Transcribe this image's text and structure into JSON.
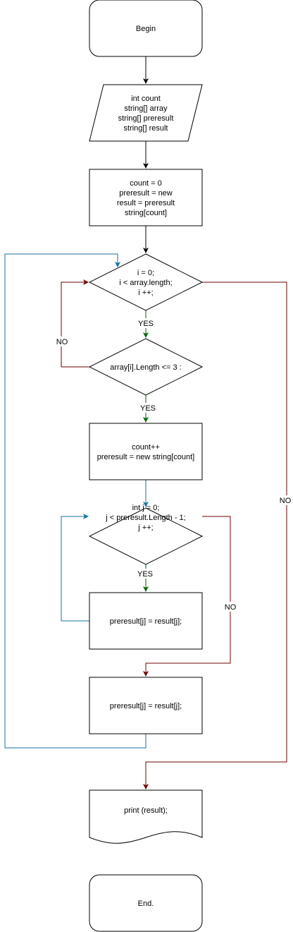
{
  "colors": {
    "black": "#000000",
    "blue": "#10739e",
    "green": "#006600",
    "red": "#6f0000"
  },
  "nodes": {
    "begin": {
      "lines": [
        "Begin"
      ]
    },
    "declare": {
      "lines": [
        "int count",
        "string[] array",
        "string[] preresult",
        "string[] result"
      ]
    },
    "init": {
      "lines": [
        "count = 0",
        "preresult = new",
        "result = preresult",
        "string[count]"
      ]
    },
    "loop_i": {
      "lines": [
        "i = 0;",
        "i < array.length;",
        "i ++;"
      ]
    },
    "check_len": {
      "lines": [
        "array[i].Length <= 3 :"
      ]
    },
    "count_inc": {
      "lines": [
        "count++",
        "preresult = new string[count]"
      ]
    },
    "loop_j": {
      "lines": [
        "int j = 0;",
        "j < preresult.Length - 1;",
        "j ++;"
      ]
    },
    "copy_inner": {
      "lines": [
        "preresult[j] = result[j];"
      ]
    },
    "copy_outer": {
      "lines": [
        "preresult[j] = result[j];"
      ]
    },
    "print": {
      "lines": [
        "print (result);"
      ]
    },
    "end": {
      "lines": [
        "End."
      ]
    }
  },
  "labels": {
    "yes_1": "YES",
    "no_1": "NO",
    "yes_2": "YES",
    "yes_3": "YES",
    "no_2": "NO",
    "no_3": "NO"
  }
}
